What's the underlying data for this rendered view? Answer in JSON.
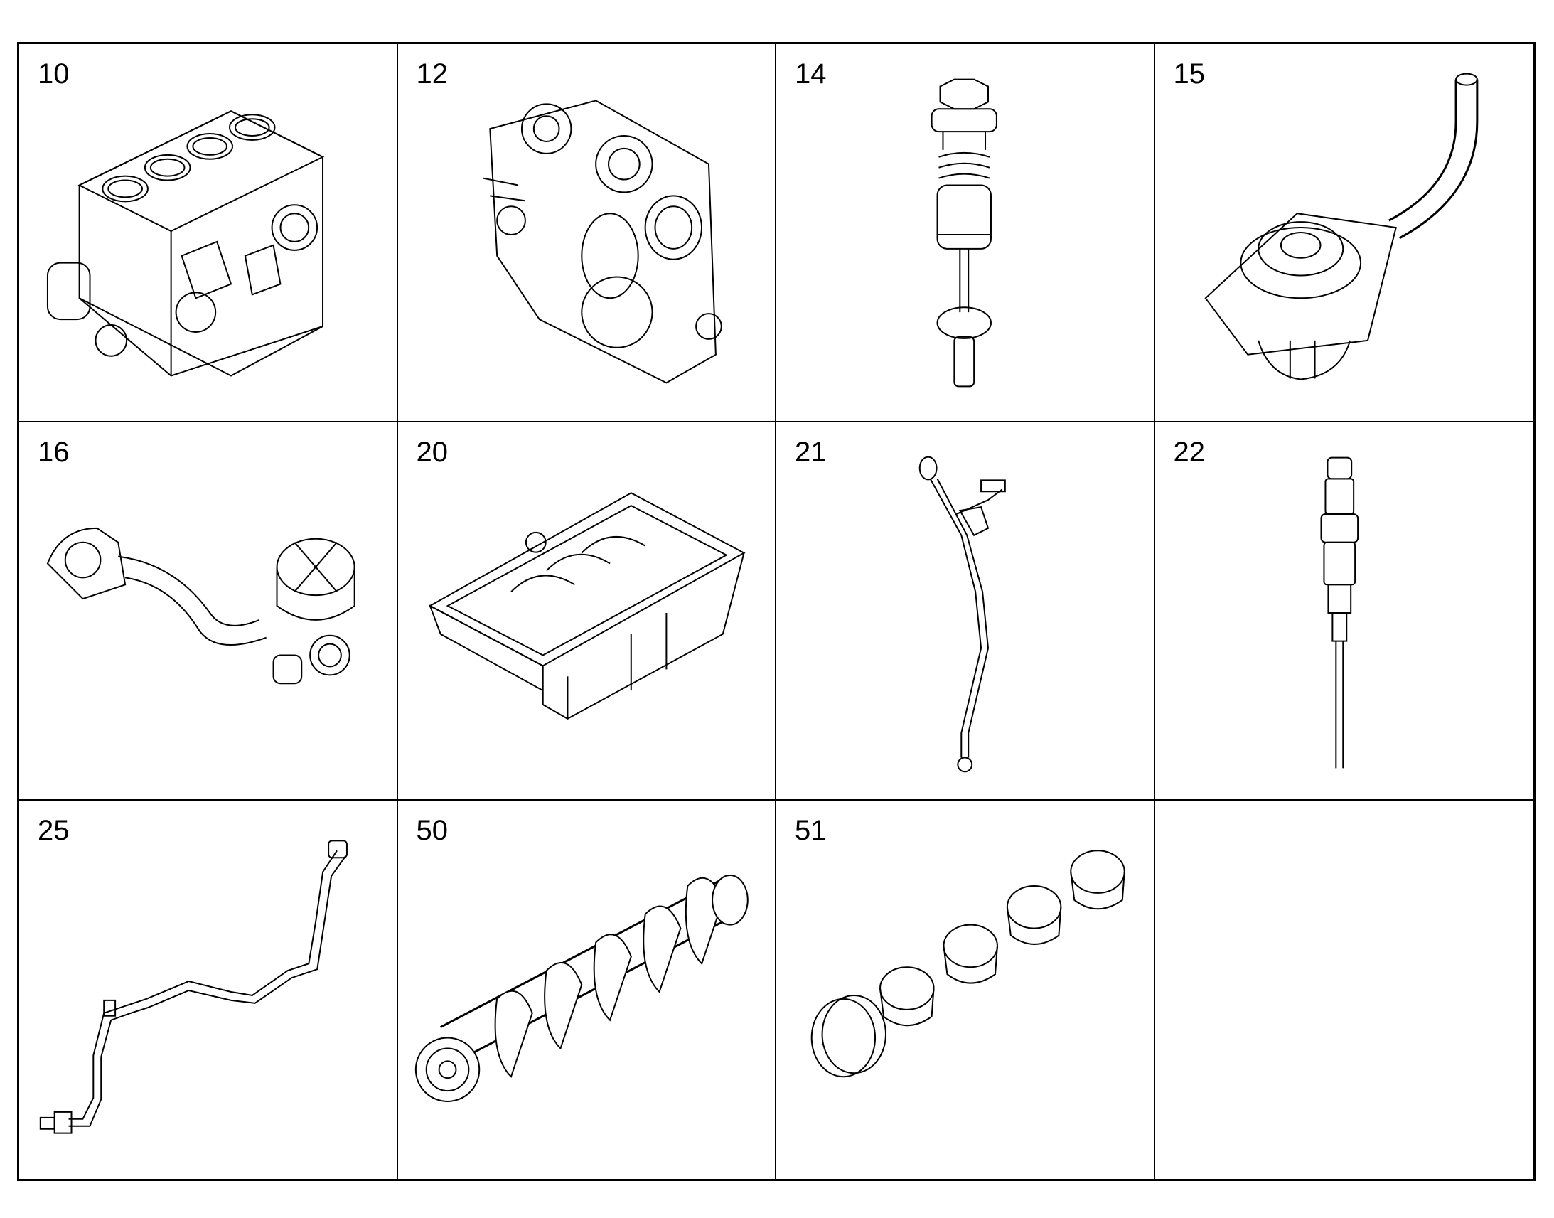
{
  "parts": [
    {
      "number": "10",
      "icon": "cylinder-block-icon"
    },
    {
      "number": "12",
      "icon": "timing-case-icon"
    },
    {
      "number": "14",
      "icon": "valve-plug-icon"
    },
    {
      "number": "15",
      "icon": "pipe-flange-icon"
    },
    {
      "number": "16",
      "icon": "breather-hose-icon"
    },
    {
      "number": "20",
      "icon": "oil-pan-icon"
    },
    {
      "number": "21",
      "icon": "dipstick-icon"
    },
    {
      "number": "22",
      "icon": "sensor-icon"
    },
    {
      "number": "25",
      "icon": "fuel-line-icon"
    },
    {
      "number": "50",
      "icon": "crankshaft-icon"
    },
    {
      "number": "51",
      "icon": "bearing-shells-icon"
    },
    {
      "number": "",
      "icon": ""
    }
  ]
}
